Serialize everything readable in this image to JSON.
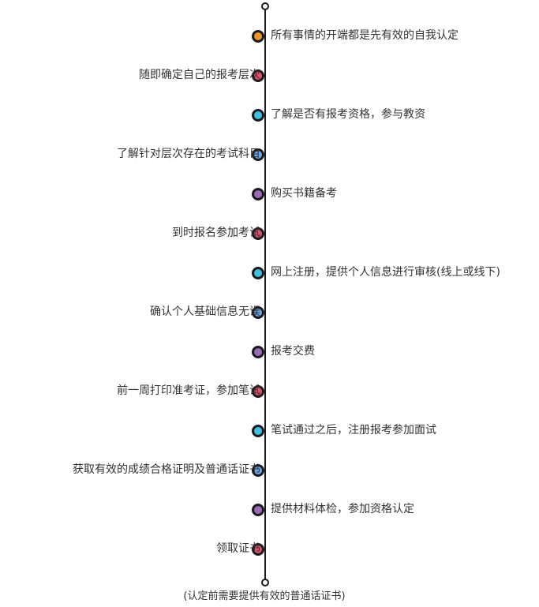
{
  "steps": [
    {
      "text": "所有事情的开端都是先有效的自我认定",
      "side": "right",
      "color": "#f0932b"
    },
    {
      "text": "随即确定自己的报考层次",
      "side": "left",
      "color": "#e8506f"
    },
    {
      "text": "了解是否有报考资格，参与教资",
      "side": "right",
      "color": "#3ec1e0"
    },
    {
      "text": "了解针对层次存在的考试科目",
      "side": "left",
      "color": "#6aa8f0"
    },
    {
      "text": "购买书籍备考",
      "side": "right",
      "color": "#9b6bb8"
    },
    {
      "text": "到时报名参加考试",
      "side": "left",
      "color": "#e8506f"
    },
    {
      "text": "网上注册，提供个人信息进行审核(线上或线下)",
      "side": "right",
      "color": "#3ec1e0"
    },
    {
      "text": "确认个人基础信息无误",
      "side": "left",
      "color": "#6aa8f0"
    },
    {
      "text": "报考交费",
      "side": "right",
      "color": "#9b6bb8"
    },
    {
      "text": "前一周打印准考证，参加笔试",
      "side": "left",
      "color": "#e8506f"
    },
    {
      "text": "笔试通过之后，注册报考参加面试",
      "side": "right",
      "color": "#3ec1e0"
    },
    {
      "text": "获取有效的成绩合格证明及普通话证书",
      "side": "left",
      "color": "#6aa8f0"
    },
    {
      "text": "提供材料体检，参加资格认定",
      "side": "right",
      "color": "#9b6bb8"
    },
    {
      "text": "领取证书",
      "side": "left",
      "color": "#e8506f"
    }
  ],
  "footnote": "(认定前需要提供有效的普通话证书)"
}
